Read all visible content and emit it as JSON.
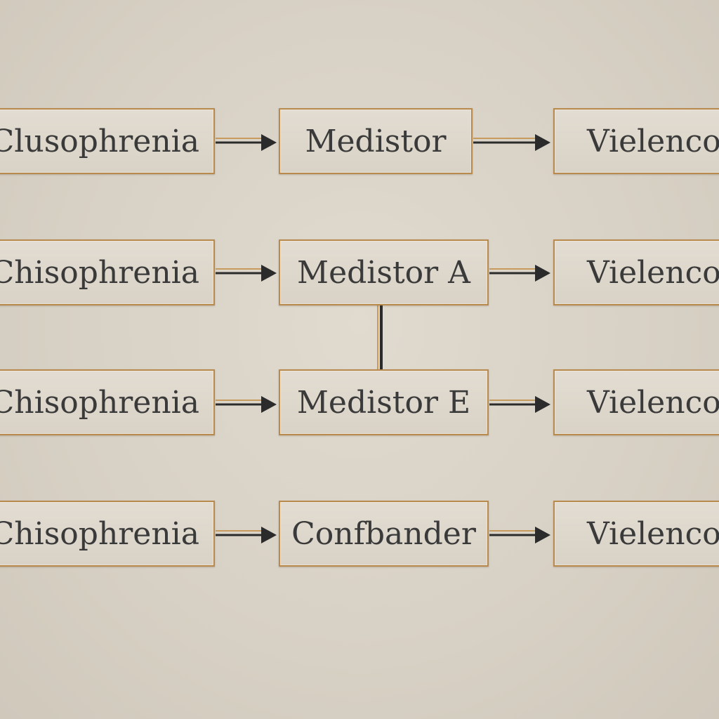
{
  "diagram": {
    "rows": [
      {
        "exposure": "Clusophrenia",
        "middle": "Medistor",
        "outcome": "Vielenco"
      },
      {
        "exposure": "Chisophrenia",
        "middle": "Medistor A",
        "outcome": "Vielenco"
      },
      {
        "exposure": "Chisophrenia",
        "middle": "Medistor E",
        "outcome": "Vielenco"
      },
      {
        "exposure": "Chisophrenia",
        "middle": "Confbander",
        "outcome": "Vielenco"
      }
    ]
  },
  "colors": {
    "background": "#d8d1c5",
    "box_fill": "#ddd7cc",
    "box_border": "#b88a4e",
    "text": "#3a3a3a",
    "arrow": "#2b2b2b"
  }
}
